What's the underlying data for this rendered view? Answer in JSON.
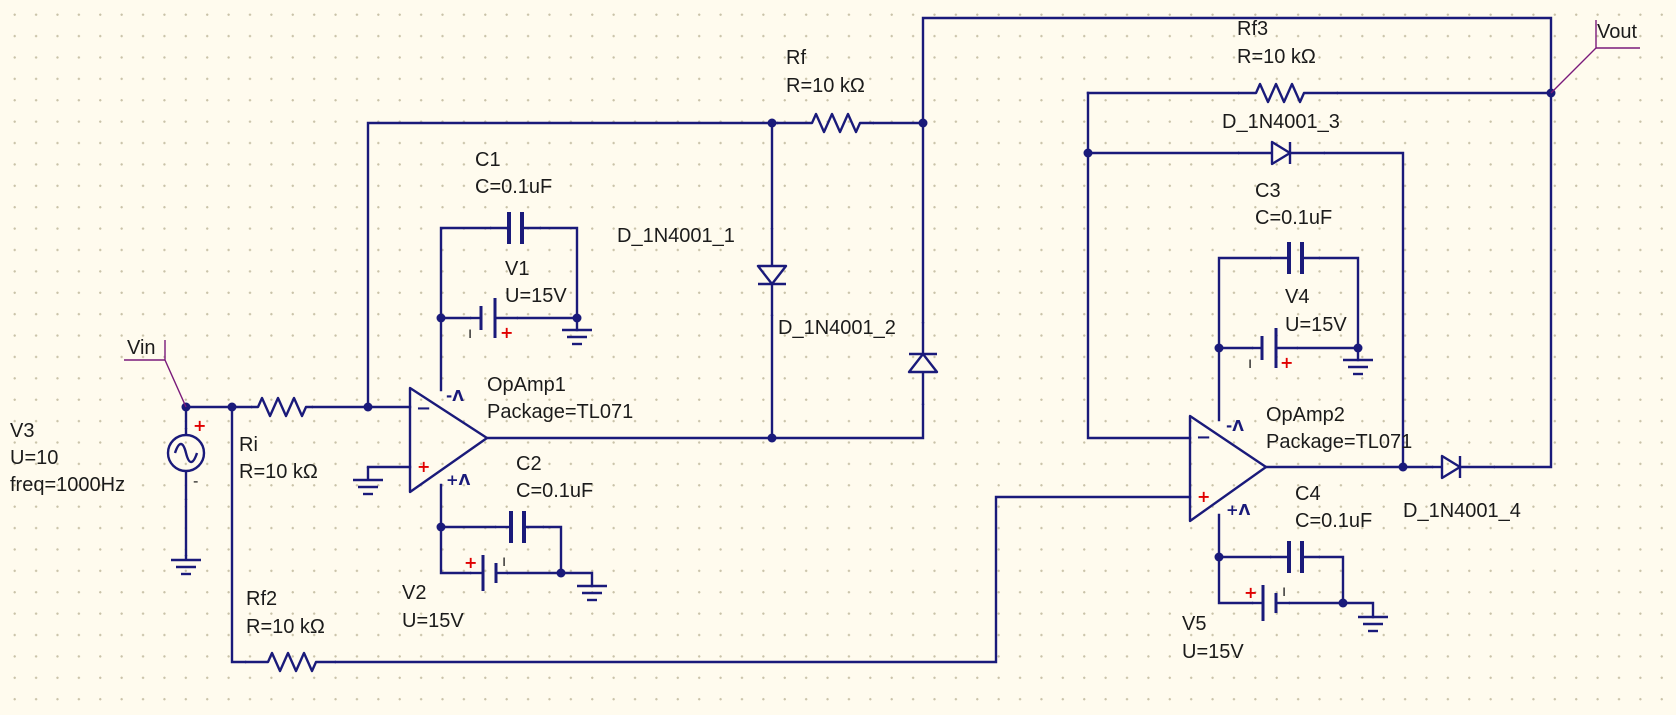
{
  "colors": {
    "background": "#fffbee",
    "wire": "#1a1a7a",
    "polarity": "#e00000",
    "probe": "#7a1a7a"
  },
  "probes": {
    "vin": "Vin",
    "vout": "Vout"
  },
  "components": {
    "v3": {
      "name": "V3",
      "value": "U=10",
      "freq": "freq=1000Hz"
    },
    "ri": {
      "name": "Ri",
      "value": "R=10 kΩ"
    },
    "rf": {
      "name": "Rf",
      "value": "R=10 kΩ"
    },
    "rf2": {
      "name": "Rf2",
      "value": "R=10 kΩ"
    },
    "rf3": {
      "name": "Rf3",
      "value": "R=10 kΩ"
    },
    "c1": {
      "name": "C1",
      "value": "C=0.1uF"
    },
    "c2": {
      "name": "C2",
      "value": "C=0.1uF"
    },
    "c3": {
      "name": "C3",
      "value": "C=0.1uF"
    },
    "c4": {
      "name": "C4",
      "value": "C=0.1uF"
    },
    "v1": {
      "name": "V1",
      "value": "U=15V"
    },
    "v2": {
      "name": "V2",
      "value": "U=15V"
    },
    "v4": {
      "name": "V4",
      "value": "U=15V"
    },
    "v5": {
      "name": "V5",
      "value": "U=15V"
    },
    "d1": {
      "name": "D_1N4001_1"
    },
    "d2": {
      "name": "D_1N4001_2"
    },
    "d3": {
      "name": "D_1N4001_3"
    },
    "d4": {
      "name": "D_1N4001_4"
    },
    "opamp1": {
      "name": "OpAmp1",
      "package": "Package=TL071"
    },
    "opamp2": {
      "name": "OpAmp2",
      "package": "Package=TL071"
    }
  }
}
